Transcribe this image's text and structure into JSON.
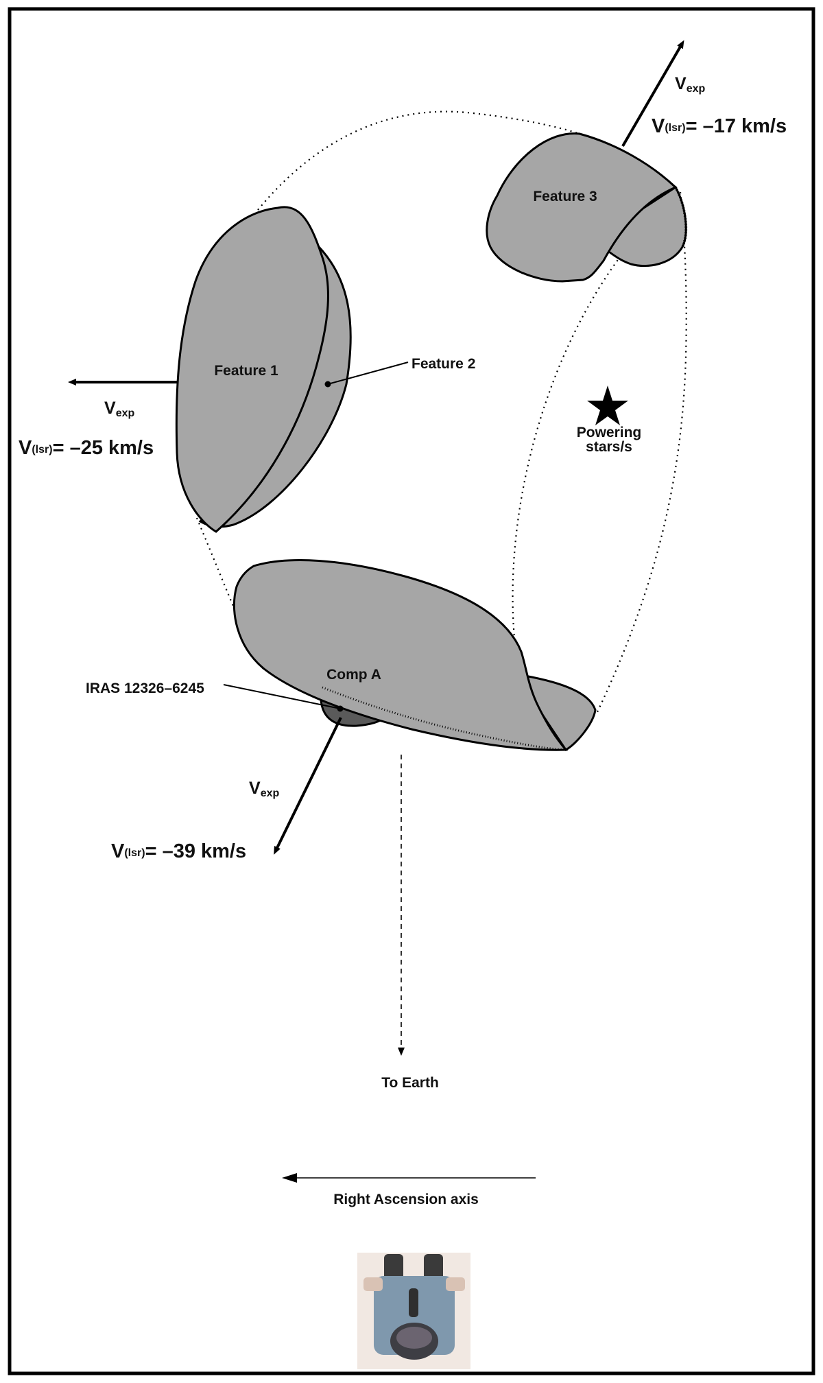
{
  "features": {
    "feature1": "Feature 1",
    "feature2": "Feature 2",
    "feature3": "Feature 3",
    "comp_a": "Comp A",
    "iras": "IRAS 12326–6245"
  },
  "star": {
    "line1": "Powering",
    "line2": "stars/s"
  },
  "velocities": {
    "v_letter": "V",
    "exp_sub": "exp",
    "lsr_sub": "(lsr)",
    "feature3_value": "= –17 km/s",
    "feature1_value": "= –25 km/s",
    "compA_value": "= –39 km/s"
  },
  "earth": {
    "label": "To Earth"
  },
  "axis": {
    "label": "Right Ascension axis"
  },
  "icons": {
    "observer": "observer-top-view-icon",
    "star": "star-icon"
  },
  "colors": {
    "cloud_fill": "#a6a6a6",
    "source_fill": "#5a5a5a",
    "outline": "#000000"
  }
}
